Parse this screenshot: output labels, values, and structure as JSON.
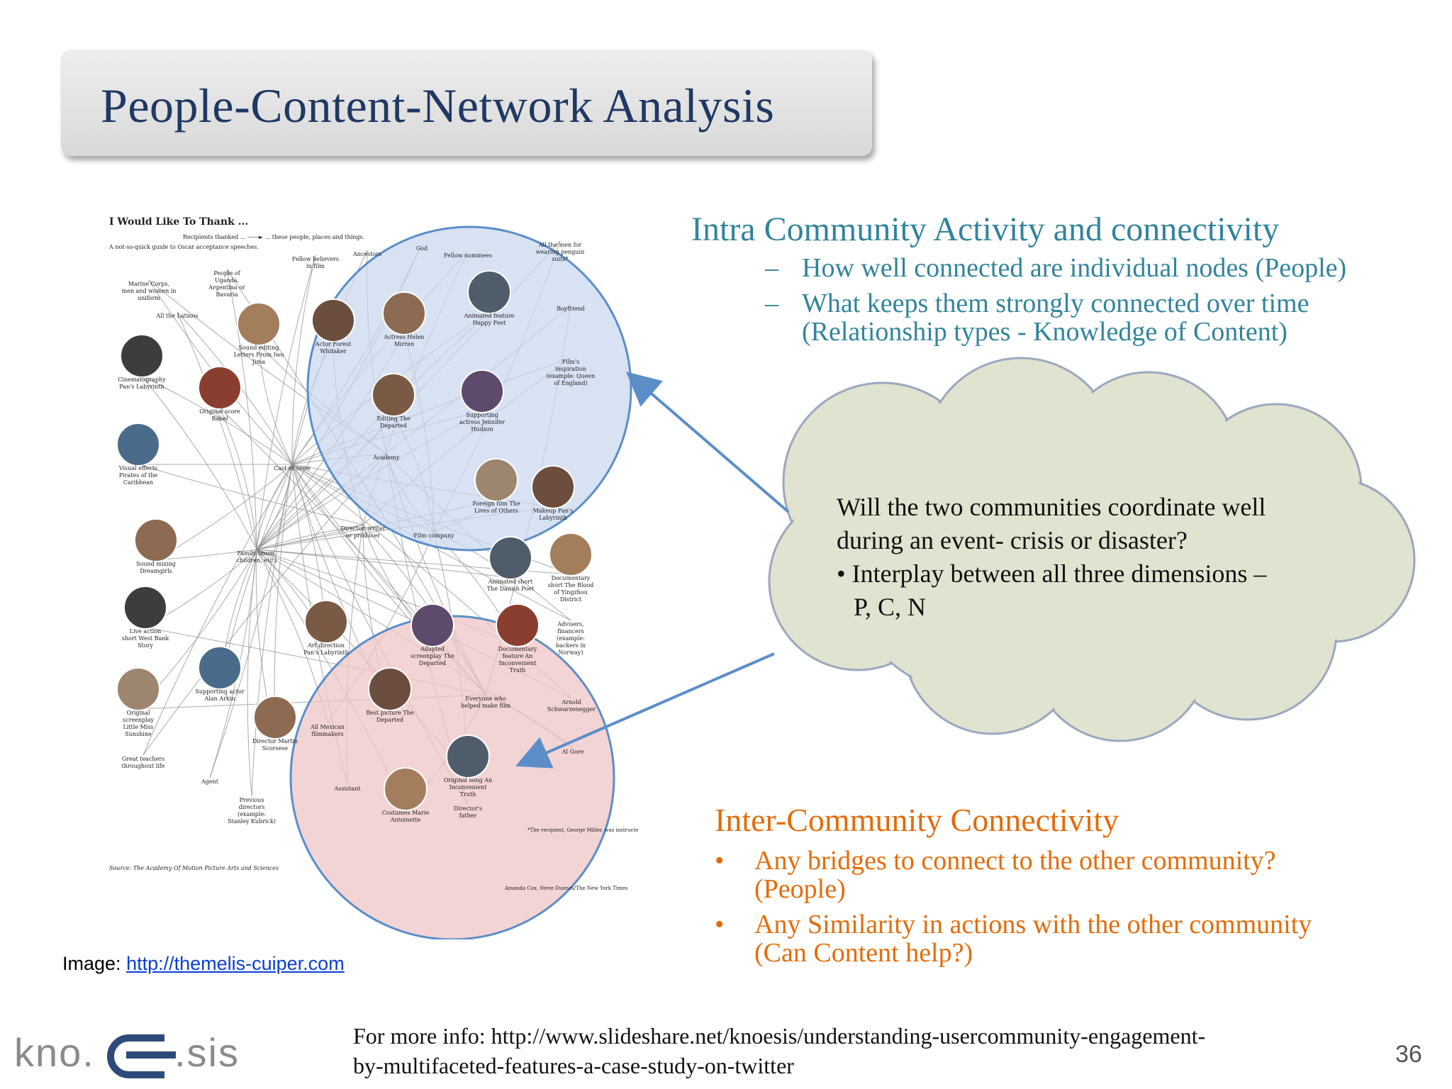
{
  "slide": {
    "title": "People-Content-Network Analysis",
    "page_number": "36"
  },
  "intra": {
    "heading": "Intra Community Activity and connectivity",
    "points": [
      "How well connected are individual nodes (People)",
      "What keeps them strongly connected over time",
      "(Relationship types - Knowledge of Content)"
    ]
  },
  "cloud": {
    "lines": [
      "Will the two communities coordinate well",
      "during an event- crisis or disaster?",
      "• Interplay between all three dimensions –",
      "P, C, N"
    ]
  },
  "inter": {
    "heading": "Inter-Community Connectivity",
    "points": [
      "Any bridges to connect to the other community?",
      "(People)",
      "Any Similarity in actions with the other community",
      "(Can Content help?)"
    ]
  },
  "image_credit": {
    "label": "Image:",
    "url": "http://themelis-cuiper.com"
  },
  "footer": {
    "line1": "For more info:  http://www.slideshare.net/knoesis/understanding-usercommunity-engagement-",
    "line2": "by-multifaceted-features-a-case-study-on-twitter"
  },
  "logo": {
    "left": "kno.",
    "right": ".sis"
  },
  "figure": {
    "title": "I Would Like To Thank ...",
    "subtitle": "A not-so-quick guide to Oscar acceptance speeches.",
    "legend": "Recipients thanked ... ——► ... these people, places and things.",
    "source": "Source: The Academy Of Motion Picture Arts and Sciences",
    "credit": "Amanda Cox, Steve Duenes/The New York Times",
    "note": "*The recipient, George Miller, was instructed by his children to thank the men for wearing penguin suits.",
    "nodes": [
      {
        "t": "Ancestors"
      },
      {
        "t": "God"
      },
      {
        "t": "Fellow nominees"
      },
      {
        "t": "All the men for wearing penguin suits*"
      },
      {
        "t": "Fellow believers in film"
      },
      {
        "t": "People of Uganda, Argentina or Bavaria"
      },
      {
        "t": "Marine Corps, men and women in uniform"
      },
      {
        "t": "All the Latinos"
      },
      {
        "t": "Actor Forest Whitaker"
      },
      {
        "t": "Actress Helen Mirren"
      },
      {
        "t": "Animated feature Happy Feet"
      },
      {
        "t": "Boyfriend"
      },
      {
        "t": "Sound editing Letters From Iwo Jima"
      },
      {
        "t": "Cinematography Pan's Labyrinth"
      },
      {
        "t": "Film's inspiration (example: Queen of England)"
      },
      {
        "t": "Editing The Departed"
      },
      {
        "t": "Supporting actress Jennifer Hudson"
      },
      {
        "t": "Original score Babel"
      },
      {
        "t": "Academy"
      },
      {
        "t": "Cast or crew"
      },
      {
        "t": "Visual effects Pirates of the Caribbean"
      },
      {
        "t": "Foreign film The Lives of Others"
      },
      {
        "t": "Makeup Pan's Labyrinth"
      },
      {
        "t": "Director, writer or producer"
      },
      {
        "t": "Film company"
      },
      {
        "t": "Sound mixing Dreamgirls"
      },
      {
        "t": "Family (mom, children, etc.)"
      },
      {
        "t": "Animated short The Danish Poet"
      },
      {
        "t": "Documentary short The Blood of Yingzhou District"
      },
      {
        "t": "Live action short West Bank Story"
      },
      {
        "t": "Advisers, financers (example: backers in Norway)"
      },
      {
        "t": "Art direction Pan's Labyrinth"
      },
      {
        "t": "Adapted screenplay The Departed"
      },
      {
        "t": "Documentary feature An Inconvenient Truth"
      },
      {
        "t": "Supporting actor Alan Arkin"
      },
      {
        "t": "Original screenplay Little Miss Sunshine"
      },
      {
        "t": "Everyone who helped make film"
      },
      {
        "t": "Arnold Schwarzenegger"
      },
      {
        "t": "Best picture The Departed"
      },
      {
        "t": "All Mexican filmmakers"
      },
      {
        "t": "Director Martin Scorsese"
      },
      {
        "t": "Al Gore"
      },
      {
        "t": "Great teachers throughout life"
      },
      {
        "t": "Agent"
      },
      {
        "t": "Assistant"
      },
      {
        "t": "Original song An Inconvenient Truth"
      },
      {
        "t": "Previous directors (example: Stanley Kubrick)"
      },
      {
        "t": "Costumes Marie Antoinette"
      },
      {
        "t": "Director's father"
      }
    ]
  },
  "colors": {
    "title_text": "#1f3864",
    "intra_text": "#31849b",
    "inter_text": "#e36c09",
    "cloud_fill": "#dfe3cf",
    "arrow": "#5b8ec8",
    "upper_community": "#c9d7ef",
    "lower_community": "#efc6c6"
  }
}
